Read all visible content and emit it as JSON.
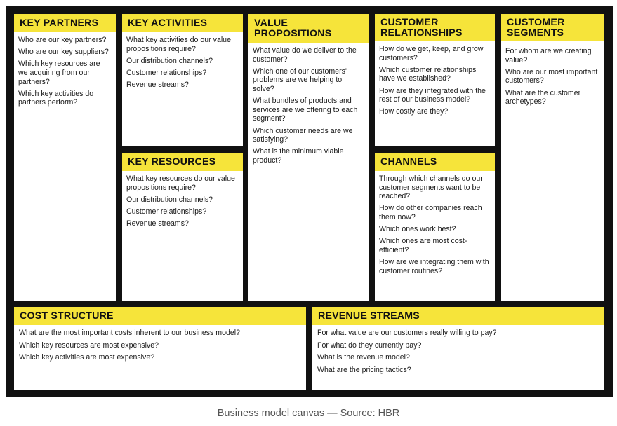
{
  "canvas": {
    "key_partners": {
      "title": "KEY PARTNERS",
      "questions": [
        "Who are our key partners?",
        "Who are our key suppliers?",
        "Which key resources are we acquiring from our partners?",
        "Which key activities do partners perform?"
      ]
    },
    "key_activities": {
      "title": "KEY ACTIVITIES",
      "questions": [
        "What key activities do our value propositions require?",
        "Our distribution channels?",
        "Customer relationships?",
        "Revenue streams?"
      ]
    },
    "key_resources": {
      "title": "KEY RESOURCES",
      "questions": [
        "What key resources do our value propositions require?",
        "Our distribution channels?",
        "Customer relationships?",
        "Revenue streams?"
      ]
    },
    "value_propositions": {
      "title": "VALUE PROPOSITIONS",
      "questions": [
        "What value do we deliver to the customer?",
        "Which one of our customers' problems are we helping to solve?",
        "What bundles of products and services are we offering to each segment?",
        "Which customer needs are we satisfying?",
        "What is the minimum viable product?"
      ]
    },
    "customer_relationships": {
      "title_line1": "CUSTOMER",
      "title_line2": "RELATIONSHIPS",
      "questions": [
        "How do we get, keep, and grow customers?",
        "Which customer relationships have we established?",
        "How are they integrated with the rest of our business model?",
        "How costly are they?"
      ]
    },
    "channels": {
      "title": "CHANNELS",
      "questions": [
        "Through which channels do our customer segments want to be reached?",
        "How do other companies reach them now?",
        "Which ones work best?",
        "Which ones are most cost-efficient?",
        "How are we integrating them with customer routines?"
      ]
    },
    "customer_segments": {
      "title_line1": "CUSTOMER",
      "title_line2": "SEGMENTS",
      "questions": [
        "For whom are we creating value?",
        "Who are our most important customers?",
        "What are the customer archetypes?"
      ]
    },
    "cost_structure": {
      "title": "COST STRUCTURE",
      "questions": [
        "What are the most important costs inherent to our business model?",
        "Which key resources are most expensive?",
        "Which key activities are most expensive?"
      ]
    },
    "revenue_streams": {
      "title": "REVENUE STREAMS",
      "questions": [
        "For what value are our customers really willing to pay?",
        "For what do they currently pay?",
        "What is the revenue model?",
        "What are the pricing tactics?"
      ]
    }
  },
  "caption": "Business model canvas — Source: HBR",
  "colors": {
    "header": "#f6e43a",
    "frame": "#111111",
    "panel": "#ffffff"
  }
}
